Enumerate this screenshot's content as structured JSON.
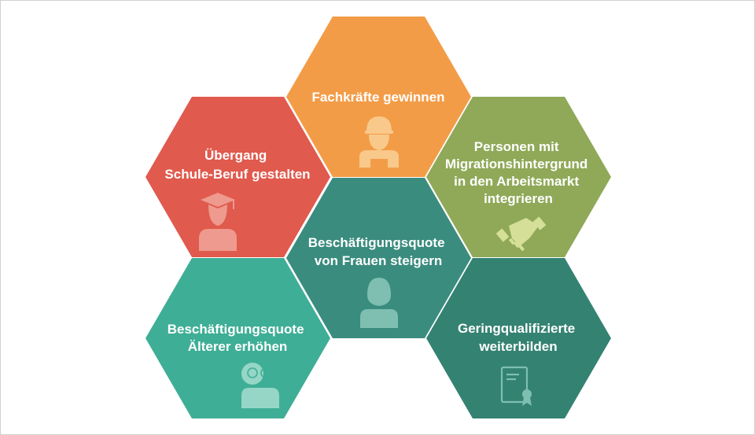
{
  "diagram": {
    "hexagons": [
      {
        "id": "fachkraefte",
        "lines": [
          "Fachkräfte gewinnen"
        ],
        "color": "#F39C47",
        "icon": "worker-icon",
        "icon_color": "#F8C98A"
      },
      {
        "id": "uebergang",
        "lines": [
          "Übergang",
          "Schule-Beruf gestalten"
        ],
        "color": "#E05A4E",
        "icon": "graduate-icon",
        "icon_color": "#EE9A8E"
      },
      {
        "id": "migration",
        "lines": [
          "Personen mit",
          "Migrationshintergrund",
          "in den Arbeitsmarkt",
          "integrieren"
        ],
        "color": "#8FA958",
        "icon": "handshake-icon",
        "icon_color": "#D5DF98"
      },
      {
        "id": "frauen",
        "lines": [
          "Beschäftigungsquote",
          "von Frauen steigern"
        ],
        "color": "#3A8C7E",
        "icon": "woman-icon",
        "icon_color": "#7EBFB2"
      },
      {
        "id": "aeltere",
        "lines": [
          "Beschäftigungsquote",
          "Älterer erhöhen"
        ],
        "color": "#3FAE96",
        "icon": "elderly-man-icon",
        "icon_color": "#96D6C6"
      },
      {
        "id": "gering",
        "lines": [
          "Geringqualifizierte",
          "weiterbilden"
        ],
        "color": "#348272",
        "icon": "certificate-icon",
        "icon_color": "#7EBFB2"
      }
    ]
  }
}
